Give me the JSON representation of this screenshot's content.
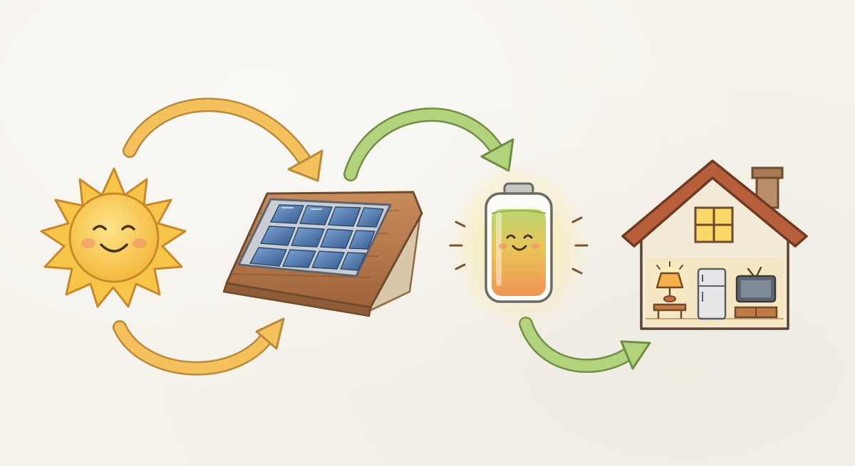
{
  "diagram": {
    "nodes": [
      {
        "id": "sun",
        "icon": "sun-icon"
      },
      {
        "id": "solar-panel",
        "icon": "solar-panel-icon"
      },
      {
        "id": "battery",
        "icon": "battery-icon"
      },
      {
        "id": "house",
        "icon": "house-icon"
      }
    ],
    "edges": [
      {
        "from": "sun",
        "to": "solar-panel",
        "color": "#f1b24c"
      },
      {
        "from": "sun",
        "to": "solar-panel",
        "color": "#f1b24c"
      },
      {
        "from": "solar-panel",
        "to": "battery",
        "color": "#9cc46a"
      },
      {
        "from": "battery",
        "to": "house",
        "color": "#9cc46a"
      }
    ],
    "colors": {
      "sun_fill": "#f7c548",
      "sun_outline": "#c9892b",
      "arrow_orange": "#f1b24c",
      "arrow_green": "#9cc46a",
      "panel_cell": "#4f7bb0",
      "roof": "#b65f3a",
      "house_wall": "#f3ead8",
      "battery_glow": "#f9e27a"
    }
  }
}
